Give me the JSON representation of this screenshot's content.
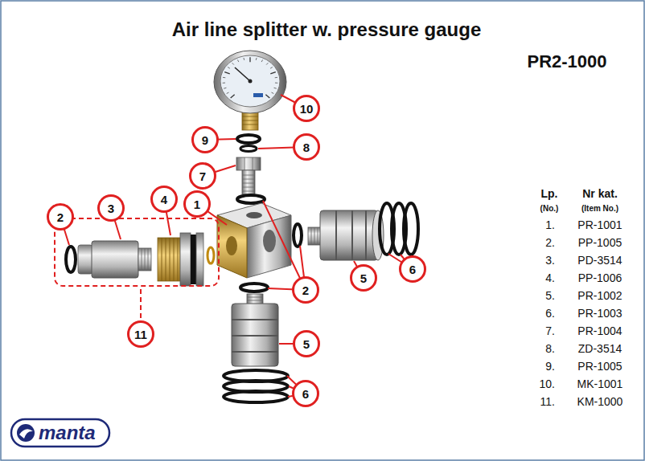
{
  "diagram": {
    "title": "Air line splitter w. pressure gauge",
    "nodes": [
      {
        "text": [
          "10"
        ]
      },
      {
        "text": [
          "9"
        ]
      },
      {
        "text": [
          "8"
        ]
      },
      {
        "text": [
          "7"
        ]
      },
      {
        "text": [
          "4"
        ]
      },
      {
        "text": [
          "1"
        ]
      },
      {
        "text": [
          "3"
        ]
      },
      {
        "text": [
          "2"
        ]
      },
      {
        "text": [
          "6"
        ]
      },
      {
        "text": [
          "5"
        ]
      },
      {
        "text": [
          "2"
        ]
      },
      {
        "text": [
          "11"
        ]
      },
      {
        "text": [
          "5"
        ]
      },
      {
        "text": [
          "6"
        ]
      }
    ],
    "labels": [
      "PR2-1000",
      "Lp.",
      "Nr kat.",
      "(No.)",
      "(Item No.)",
      "1.",
      "PR-1001",
      "2.",
      "PP-1005",
      "3.",
      "PD-3514",
      "4.",
      "PP-1006",
      "5.",
      "PR-1002",
      "6.",
      "PR-1003",
      "7.",
      "PR-1004",
      "8.",
      "ZD-3514",
      "9.",
      "PR-1005",
      "10.",
      "MK-1001",
      "11.",
      "KM-1000",
      "manta"
    ]
  }
}
